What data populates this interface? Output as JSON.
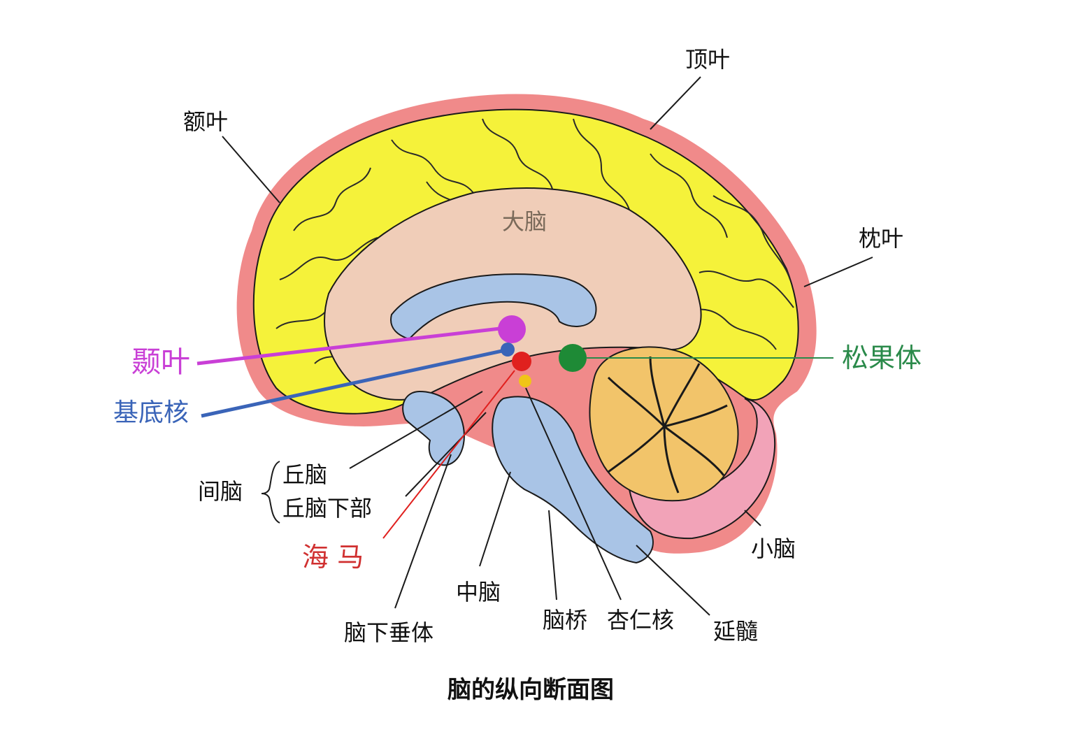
{
  "title": "脑的纵向断面图",
  "labels": {
    "frontal": "额叶",
    "parietal": "顶叶",
    "occipital": "枕叶",
    "cerebrum": "大脑",
    "temporal": "颞叶",
    "basal_ganglia": "基底核",
    "pineal": "松果体",
    "diencephalon": "间脑",
    "thalamus": "丘脑",
    "hypothalamus": "丘脑下部",
    "hippocampus": "海 马",
    "cerebellum": "小脑",
    "midbrain": "中脑",
    "pituitary": "脑下垂体",
    "pons": "脑桥",
    "amygdala": "杏仁核",
    "medulla": "延髓"
  },
  "colors": {
    "cortex_outline": "#f08a8a",
    "cortex": "#f5f23a",
    "white_matter": "#f0cdb8",
    "ventricle": "#a9c4e6",
    "cerebellum": "#f2c46a",
    "cerebellum_outer": "#f2a3b8",
    "temporal": "#c93fd6",
    "basal_ganglia": "#3a64b8",
    "hippocampus": "#e0201e",
    "amygdala_dot": "#f0c518",
    "pineal": "#1e8a36",
    "pineal_label": "#2a8a4a"
  }
}
